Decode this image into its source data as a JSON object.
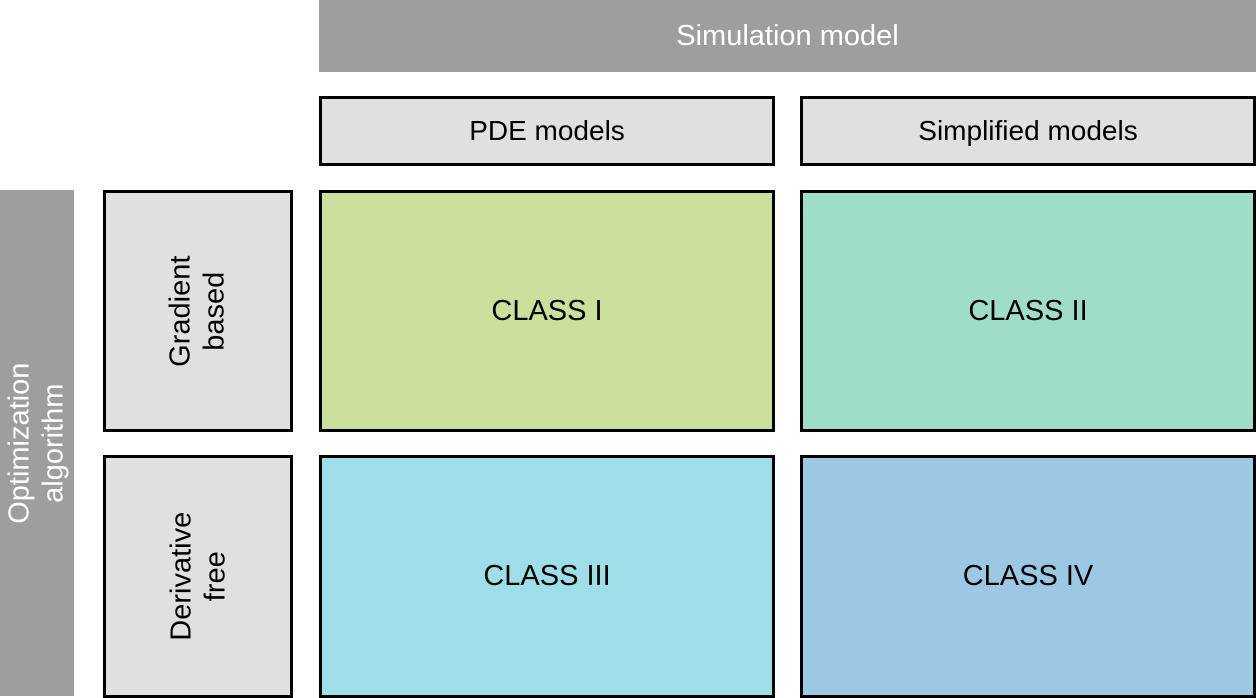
{
  "matrix": {
    "x_axis": {
      "label": "Simulation model",
      "columns": [
        {
          "label": "PDE models"
        },
        {
          "label": "Simplified models"
        }
      ]
    },
    "y_axis": {
      "label": "Optimization algorithm",
      "rows": [
        {
          "label": "Gradient\nbased"
        },
        {
          "label": "Derivative\nfree"
        }
      ]
    },
    "cells": [
      {
        "label": "CLASS I",
        "row": "Gradient based",
        "column": "PDE models",
        "color": "#cbe09c"
      },
      {
        "label": "CLASS II",
        "row": "Gradient based",
        "column": "Simplified models",
        "color": "#a0ddc8"
      },
      {
        "label": "CLASS III",
        "row": "Derivative free",
        "column": "PDE models",
        "color": "#9edee9"
      },
      {
        "label": "CLASS IV",
        "row": "Derivative free",
        "column": "Simplified models",
        "color": "#9cc8e4"
      }
    ],
    "colors": {
      "axis_bar": "#9e9e9e",
      "header_fill": "#e0e0e0",
      "border": "#000000",
      "axis_text": "#ffffff",
      "cell_text": "#000000",
      "background": "#ffffff"
    }
  }
}
